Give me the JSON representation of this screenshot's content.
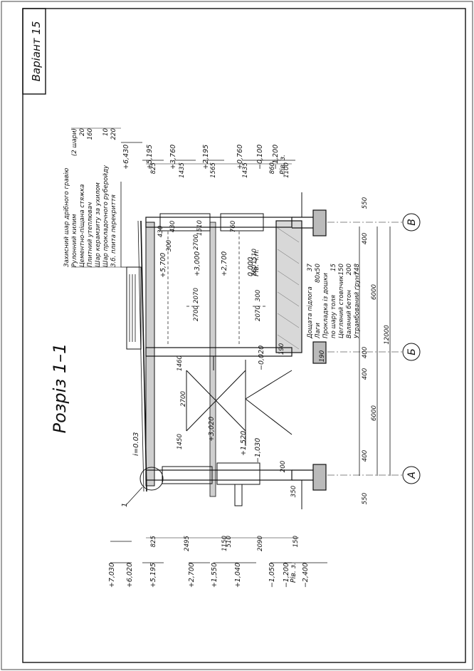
{
  "sheet": {
    "variant": "Варіант 15",
    "title": "Розріз 1–1"
  },
  "roof_layers": {
    "items": [
      {
        "name": "Захисний шар дрібного гравію",
        "value": ""
      },
      {
        "name": "Рулонний килим",
        "value": "(2 шари)"
      },
      {
        "name": "Цементно-піщана стяжка",
        "value": "20"
      },
      {
        "name": "Плитний утеплювач",
        "value": "160"
      },
      {
        "name": "Шар керамзиту за ухилом",
        "value": ""
      },
      {
        "name": "Шар прокладочного руберойду",
        "value": "10"
      },
      {
        "name": "З.б. плита перекриття",
        "value": "220"
      }
    ]
  },
  "floor_layers": {
    "items": [
      {
        "name": "Дощата підлога",
        "value": "37"
      },
      {
        "name": "Лаги",
        "value": "80х50"
      },
      {
        "name": "Прокладка із дошки",
        "value": ""
      },
      {
        "name": "по шару толя",
        "value": "15"
      },
      {
        "name": "Цегляний стовпчик",
        "value": "150"
      },
      {
        "name": "Валяний бетон",
        "value": "200"
      },
      {
        "name": "Утрамбований ґрунт",
        "value": "748"
      }
    ]
  },
  "axes": {
    "a": "А",
    "b": "Б",
    "v": "В"
  },
  "callout": "1",
  "slope": "i=0.03",
  "levels_left": [
    "+7,030",
    "+6,020",
    "+5,195",
    "+2,700",
    "+1,550",
    "+1,040",
    "−1,050",
    "−1,200",
    "Рів. з.",
    "−2,400"
  ],
  "levels_right": [
    "+6,430",
    "+5,195",
    "+3,760",
    "+2,195",
    "+0,760",
    "−0,100",
    "−1,200",
    "Рів. з."
  ],
  "inner_levels": [
    "+5,700",
    "+3,000",
    "+2,700",
    "0,000",
    "Рів. ч.п.",
    "+3,020",
    "+1,520",
    "−1,030",
    "−0,020"
  ],
  "dims_left": [
    "825",
    "2495",
    "1150",
    "510",
    "2090",
    "150"
  ],
  "dims_right": [
    "825",
    "1435",
    "1565",
    "1435",
    "860",
    "1100"
  ],
  "dims_spans": [
    "550",
    "400",
    "6000",
    "400",
    "400",
    "6000",
    "400",
    "550",
    "12000",
    "190",
    "190",
    "200",
    "350"
  ],
  "dims_misc": [
    "1450",
    "2700",
    "1460",
    "2700",
    "2070",
    "2700",
    "2070",
    "300",
    "1510",
    "430",
    "300",
    "1510",
    "430",
    "760",
    "760"
  ]
}
